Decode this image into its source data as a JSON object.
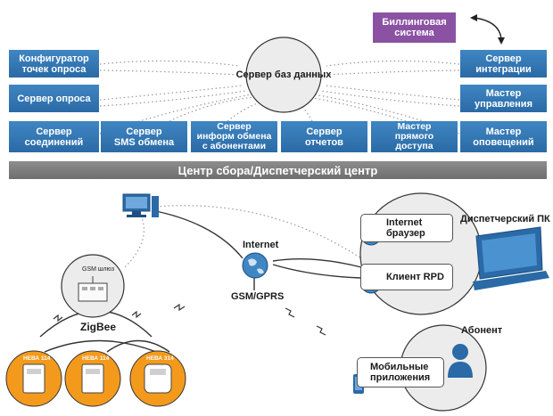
{
  "top": {
    "db_server": "Сервер баз данных",
    "billing": "Биллинговая\nсистема",
    "left": [
      "Конфигуратор\nточек опроса",
      "Сервер опроса",
      "Сервер\nсоединений"
    ],
    "bottom": [
      "Сервер\nSMS обмена",
      "Сервер\nинформ обмена\nс абонентами",
      "Сервер\nотчетов",
      "Мастер\nпрямого\nдоступа"
    ],
    "right": [
      "Сервер\nинтеграции",
      "Мастер\nуправления",
      "Мастер\nоповещений"
    ],
    "banner": "Центр сбора/Диспетчерский центр"
  },
  "network": {
    "internet": "Internet",
    "gsm_gprs": "GSM/GPRS",
    "zigbee": "ZigBee",
    "gsm_gateway": "GSM шлюз",
    "meters": [
      "НЕВА 114",
      "НЕВА 114",
      "НЕВА 314"
    ]
  },
  "dispatcher": {
    "title": "Диспетчерский ПК",
    "browser": "Internet\nбраузер",
    "rpd_client": "Клиент RPD"
  },
  "subscriber": {
    "title": "Абонент",
    "mobile_apps": "Мобильные\nприложения"
  },
  "colors": {
    "button_blue": "#2f74b3",
    "billing_purple": "#8b52a3",
    "banner_gray": "#7d7d7d",
    "meter_orange": "#f39a1d",
    "dotted_line": "#9a9a9a"
  }
}
